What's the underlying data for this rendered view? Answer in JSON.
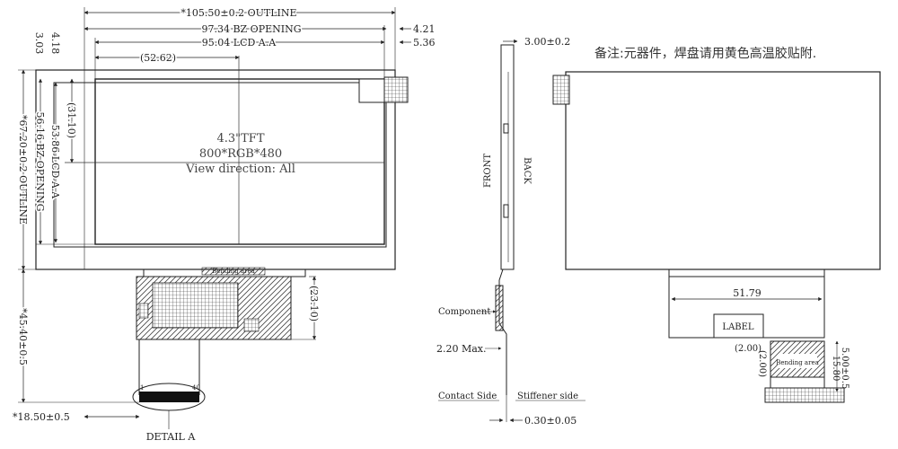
{
  "front_view": {
    "outline_width": "*105.50±0.2 OUTLINE",
    "bz_opening_width": "97.34 BZ OPENING",
    "lcd_aa_width": "95.04 LCD A.A",
    "center_x": "(52.62)",
    "right_offset_1": "4.21",
    "right_offset_2": "5.36",
    "top_offset_1": "4.18",
    "top_offset_2": "3.03",
    "center_y": "(31.10)",
    "lcd_aa_height": "53.86 LCD A.A",
    "bz_opening_height": "56.16 BZ OPENING",
    "outline_height": "*67.20±0.2 OUTLINE",
    "fpc_length": "*45.40±0.5",
    "fpc_width": "*18.50±0.5",
    "fpc_stiffener": "(23.10)",
    "bending_area": "Bending area",
    "detail_label": "DETAIL A",
    "pin_first": "1",
    "pin_last": "40",
    "panel_size": "4.3\"TFT",
    "resolution": "800*RGB*480",
    "view_direction": "View direction: All"
  },
  "side_view": {
    "thickness": "3.00±0.2",
    "front_label": "FRONT",
    "back_label": "BACK",
    "component_label": "Component",
    "max_height": "2.20 Max.",
    "contact_side": "Contact Side",
    "stiffener_side": "Stiffener side",
    "fpc_thickness": "0.30±0.05"
  },
  "back_view": {
    "note": "备注:元器件，焊盘请用黄色高温胶贴附.",
    "fpc_width": "51.79",
    "label_text": "LABEL",
    "bend_width": "(2.00)",
    "bend_height": "(2.00)",
    "bending_area": "Bending area",
    "dim_1": "15.80",
    "dim_2": "5.00±0.5"
  }
}
